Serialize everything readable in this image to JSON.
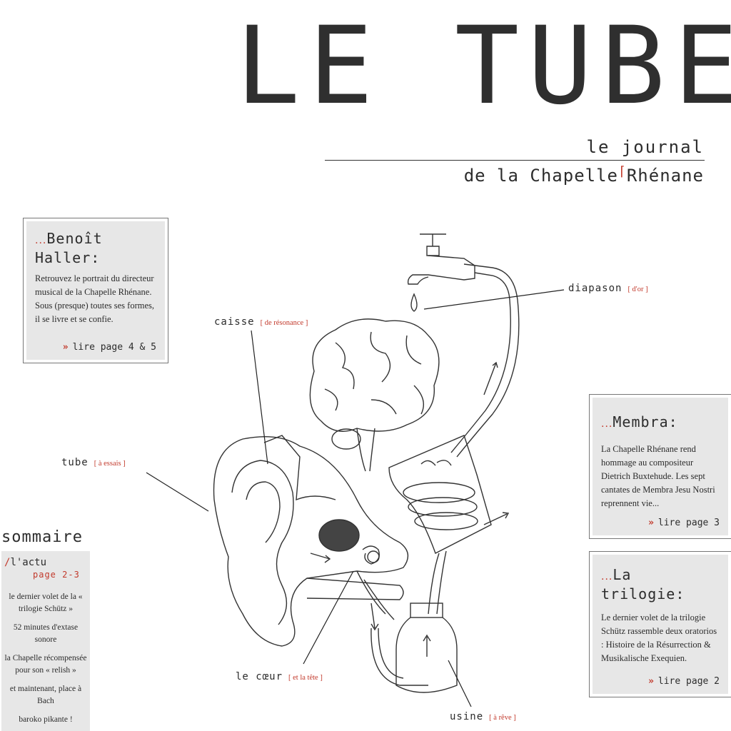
{
  "masthead": {
    "title": "LE TUBE",
    "subtitle_line1": "le journal",
    "subtitle_line2": "de la Chapelle",
    "subtitle_line2_end": "Rhénane",
    "corner_mark": "⌈"
  },
  "boxes": {
    "benoit": {
      "dots": "...",
      "title_line1": "Benoît",
      "title_line2": "Haller:",
      "body": "Retrouvez le portrait du directeur musical de la Chapelle Rhénane. Sous (presque) toutes ses formes, il se livre et se confie.",
      "link_arrow": "»",
      "link": "lire page 4 & 5"
    },
    "membra": {
      "dots": "...",
      "title": "Membra:",
      "body": "La Chapelle Rhénane rend hommage au compositeur Dietrich Buxtehude. Les sept cantates de Membra Jesu Nostri reprennent vie...",
      "link_arrow": "»",
      "link": "lire page 3"
    },
    "trilogie": {
      "dots": "...",
      "title_line1": "La",
      "title_line2": "trilogie:",
      "body": "Le dernier volet de la trilogie Schütz rassemble deux oratorios : Histoire de la Résurrection & Musikalische Exequien.",
      "link_arrow": "»",
      "link": "lire page 2"
    }
  },
  "labels": {
    "diapason": {
      "text": "diapason",
      "note": "[ d'or ]"
    },
    "caisse": {
      "text": "caisse",
      "note": "[ de résonance ]"
    },
    "tube": {
      "text": "tube",
      "note": "[ à essais ]"
    },
    "coeur": {
      "text": "le cœur",
      "note": "[ et la tête ]"
    },
    "usine": {
      "text": "usine",
      "note": "[ à rêve ]"
    }
  },
  "sommaire": {
    "title": "sommaire",
    "slash": "/",
    "section": "l'actu",
    "page": "page 2-3",
    "items": [
      "le dernier volet de la « trilogie Schütz »",
      "52 minutes d'extase sonore",
      "la Chapelle récompensée pour son « relish »",
      "et maintenant, place à Bach",
      "baroko pikante !"
    ]
  },
  "colors": {
    "accent": "#c2392b",
    "text": "#2d2d2d",
    "box_fill": "#e7e7e7"
  }
}
